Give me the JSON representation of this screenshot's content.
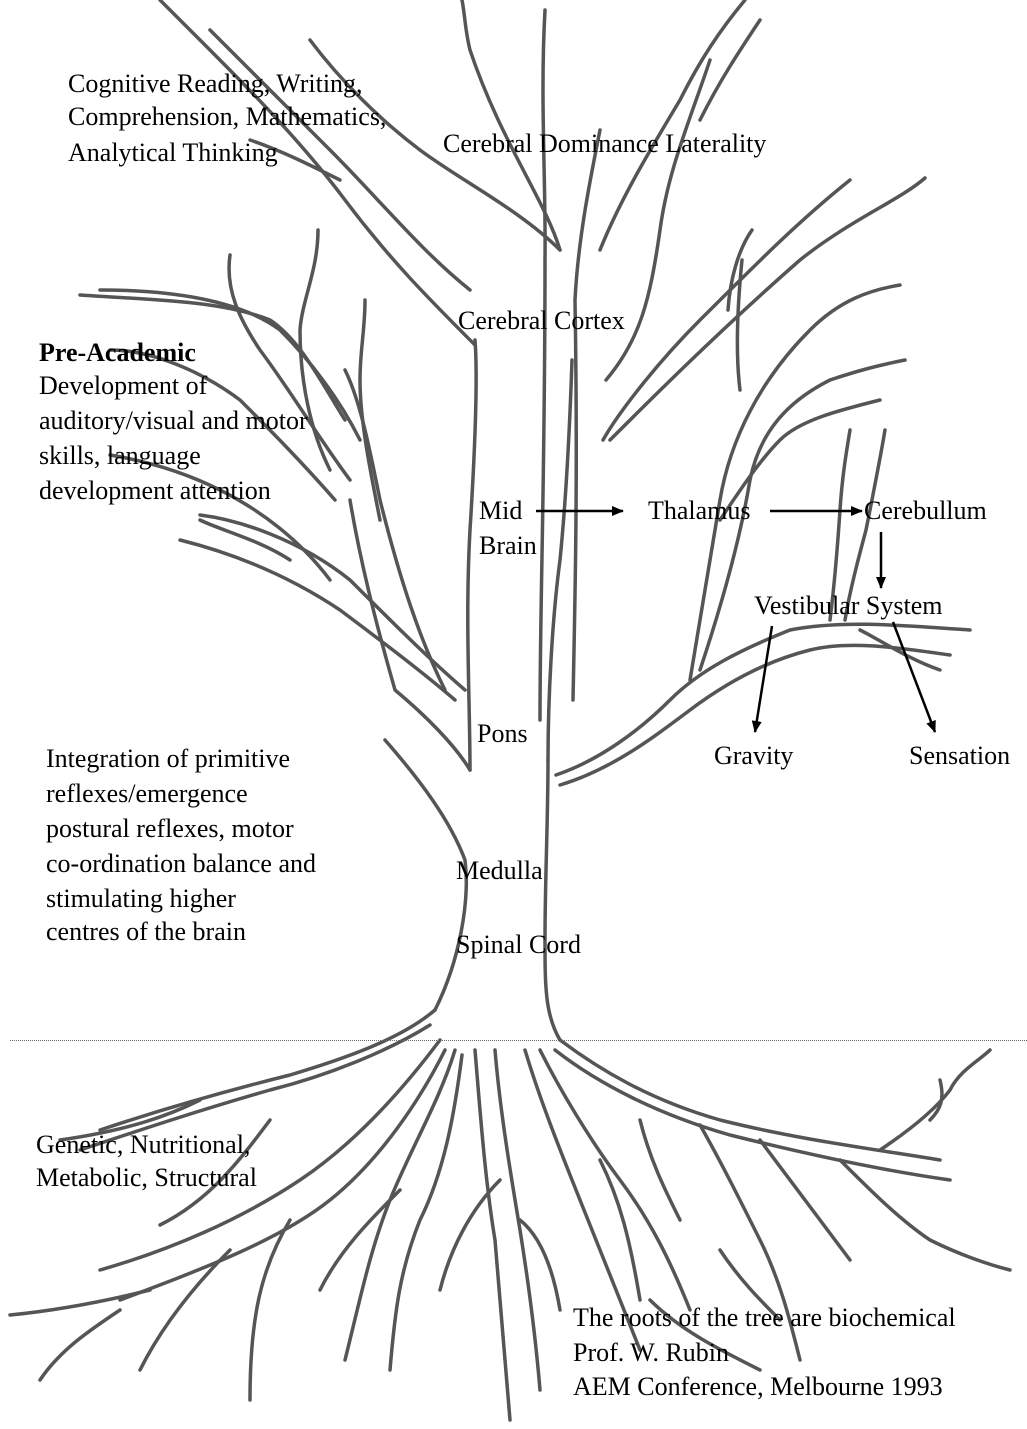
{
  "colors": {
    "branch": "#555555",
    "text": "#000000",
    "arrow": "#000000",
    "divider": "#6a6a6a"
  },
  "labels": {
    "cognitive_line1": "Cognitive Reading, Writing,",
    "cognitive_line2": "Comprehension, Mathematics,",
    "cognitive_line3": "Analytical Thinking",
    "cerebral_dominance": "Cerebral Dominance Laterality",
    "cerebral_cortex": "Cerebral Cortex",
    "pre_academic_title": "Pre-Academic",
    "pre_academic_line1": "Development of",
    "pre_academic_line2": "auditory/visual and motor",
    "pre_academic_line3": "skills, language",
    "pre_academic_line4": "development attention",
    "mid_brain_line1": "Mid",
    "mid_brain_line2": "Brain",
    "thalamus": "Thalamus",
    "cerebullum": "Cerebullum",
    "vestibular_system": "Vestibular System",
    "pons": "Pons",
    "gravity": "Gravity",
    "sensation": "Sensation",
    "integration_line1": "Integration of primitive",
    "integration_line2": "reflexes/emergence",
    "integration_line3": "postural reflexes, motor",
    "integration_line4": "co-ordination balance and",
    "integration_line5": "stimulating higher",
    "integration_line6": "centres of the brain",
    "medulla": "Medulla",
    "spinal_cord": "Spinal Cord",
    "genetic_line1": "Genetic, Nutritional,",
    "genetic_line2": "Metabolic, Structural",
    "roots_line1": "The roots of the tree are biochemical",
    "roots_line2": "Prof. W. Rubin",
    "roots_line3": "AEM Conference, Melbourne 1993"
  }
}
